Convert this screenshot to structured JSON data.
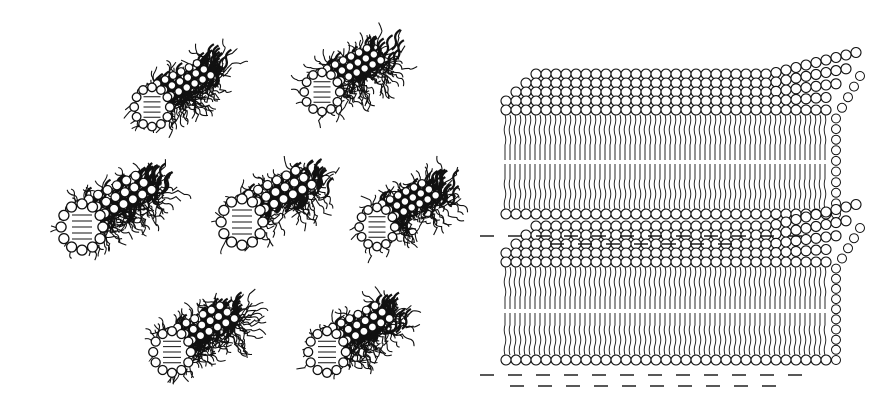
{
  "figure": {
    "panels": [
      {
        "id": "left",
        "subject": "hexagonal-packed-cylindrical-micelles"
      },
      {
        "id": "right",
        "subject": "stacked-lipid-bilayers"
      }
    ],
    "colors": {
      "ink": "#111111",
      "paper": "#ffffff"
    }
  }
}
